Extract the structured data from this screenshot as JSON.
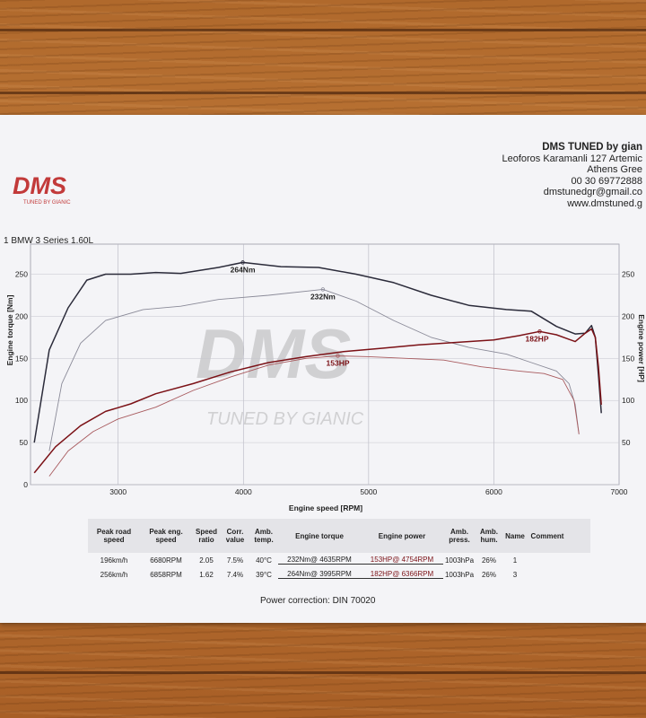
{
  "company": {
    "name": "DMS TUNED by gian",
    "address_line1": "Leoforos Karamanli 127 Artemic",
    "address_line2": "Athens Gree",
    "phone": "00 30 69772888",
    "email": "dmstunedgr@gmail.co",
    "website": "www.dmstuned.g"
  },
  "logo": {
    "mark_text": "DMS",
    "sub_text": "TUNED BY GIANIC",
    "color": "#c23a3a"
  },
  "watermark": {
    "mark_text": "DMS",
    "sub_text": "TUNED BY GIANIC"
  },
  "vehicle": "1 BMW 3 Series 1.60L",
  "chart_data": {
    "type": "line",
    "xlabel": "Engine speed [RPM]",
    "ylabel_left": "Engine torque [Nm]",
    "ylabel_right": "Engine power [HP]",
    "xlim": [
      2300,
      7000
    ],
    "ylim": [
      0,
      290
    ],
    "x_ticks": [
      3000,
      4000,
      5000,
      6000,
      7000
    ],
    "y_ticks": [
      0,
      50,
      100,
      150,
      200,
      250
    ],
    "grid": true,
    "series": [
      {
        "role": "torque-tuned",
        "color": "#2b2b3a",
        "x": [
          2330,
          2450,
          2600,
          2750,
          2900,
          3100,
          3300,
          3500,
          3800,
          3995,
          4300,
          4600,
          4900,
          5200,
          5500,
          5800,
          6100,
          6300,
          6500,
          6650,
          6730,
          6780,
          6810,
          6835,
          6858
        ],
        "y": [
          50,
          160,
          210,
          243,
          250,
          250,
          252,
          251,
          258,
          264,
          259,
          258,
          250,
          240,
          225,
          213,
          208,
          206,
          188,
          179,
          180,
          189,
          175,
          130,
          85
        ]
      },
      {
        "role": "torque-stock",
        "color": "#8a8a98",
        "x": [
          2450,
          2550,
          2700,
          2900,
          3200,
          3500,
          3800,
          4200,
          4635,
          4900,
          5200,
          5500,
          5800,
          6100,
          6300,
          6500,
          6600,
          6650,
          6680
        ],
        "y": [
          40,
          120,
          168,
          195,
          208,
          212,
          220,
          225,
          232,
          218,
          195,
          175,
          163,
          155,
          145,
          135,
          120,
          95,
          60
        ]
      },
      {
        "role": "power-tuned",
        "color": "#7b1116",
        "x": [
          2330,
          2500,
          2700,
          2900,
          3100,
          3300,
          3600,
          3900,
          4200,
          4500,
          4800,
          5100,
          5400,
          5700,
          6000,
          6200,
          6366,
          6500,
          6650,
          6730,
          6780,
          6810,
          6835,
          6858
        ],
        "y": [
          14,
          45,
          70,
          87,
          96,
          108,
          120,
          134,
          145,
          152,
          158,
          162,
          166,
          169,
          172,
          177,
          182,
          178,
          170,
          180,
          185,
          175,
          140,
          95
        ]
      },
      {
        "role": "power-stock",
        "color": "#a85a5e",
        "x": [
          2450,
          2600,
          2800,
          3000,
          3300,
          3600,
          3900,
          4200,
          4500,
          4754,
          5000,
          5300,
          5600,
          5900,
          6200,
          6400,
          6550,
          6640,
          6680
        ],
        "y": [
          10,
          40,
          63,
          78,
          92,
          112,
          128,
          142,
          150,
          153,
          152,
          150,
          148,
          140,
          135,
          132,
          125,
          100,
          60
        ]
      }
    ],
    "annotations": [
      {
        "text": "264Nm",
        "x": 3995,
        "y": 264,
        "series": "torque-tuned"
      },
      {
        "text": "232Nm",
        "x": 4635,
        "y": 232,
        "series": "torque-stock"
      },
      {
        "text": "153HP",
        "x": 4754,
        "y": 153,
        "series": "power-stock"
      },
      {
        "text": "182HP",
        "x": 6366,
        "y": 182,
        "series": "power-tuned"
      }
    ]
  },
  "table": {
    "headers": [
      "Peak road speed",
      "Peak eng. speed",
      "Speed ratio",
      "Corr. value",
      "Amb. temp.",
      "Engine torque",
      "Engine power",
      "Amb. press.",
      "Amb. hum.",
      "Name",
      "Comment"
    ],
    "rows": [
      [
        "196km/h",
        "6680RPM",
        "2.05",
        "7.5%",
        "40°C",
        "232Nm@ 4635RPM",
        "153HP@ 4754RPM",
        "1003hPa",
        "26%",
        "1",
        ""
      ],
      [
        "256km/h",
        "6858RPM",
        "1.62",
        "7.4%",
        "39°C",
        "264Nm@ 3995RPM",
        "182HP@ 6366RPM",
        "1003hPa",
        "26%",
        "3",
        ""
      ]
    ]
  },
  "footer": "Power correction: DIN 70020"
}
